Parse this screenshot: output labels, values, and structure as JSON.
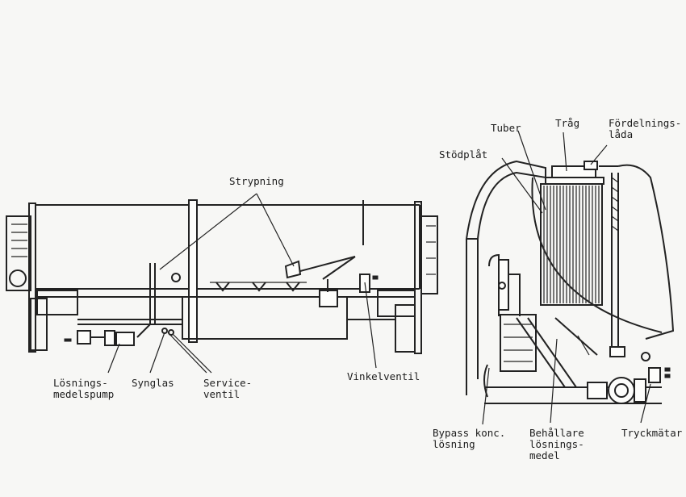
{
  "labels": {
    "strypning": "Strypning",
    "losningsmedelspump": [
      "Lösnings-",
      "medelspump"
    ],
    "synglas": "Synglas",
    "serviceventil": [
      "Service-",
      "ventil"
    ],
    "vinkelventil": "Vinkelventil",
    "tuber": "Tuber",
    "trag": "Tråg",
    "fordelningslada": [
      "Fördelnings-",
      "låda"
    ],
    "stodplat": "Stödplåt",
    "bypass": [
      "Bypass konc.",
      "lösning"
    ],
    "behallare": [
      "Behållare",
      "lösnings-",
      "medel"
    ],
    "tryckmatar": "Tryckmätar"
  }
}
